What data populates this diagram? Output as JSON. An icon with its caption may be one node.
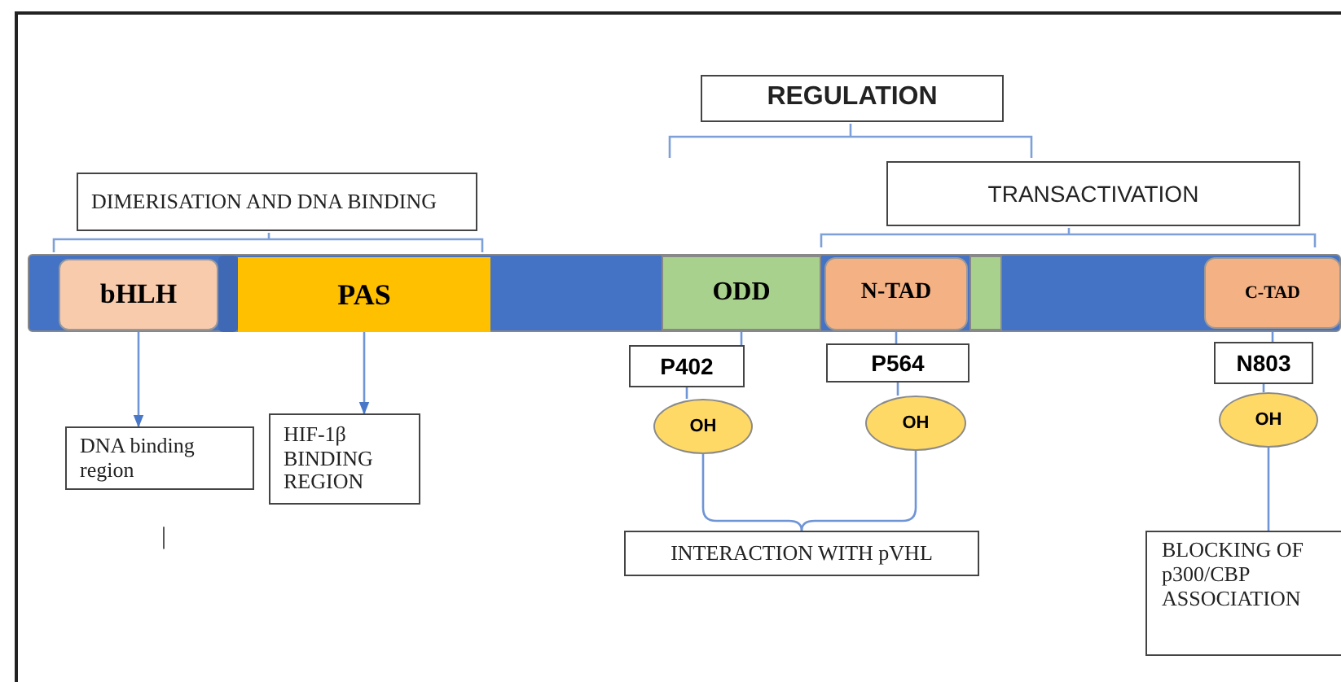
{
  "diagram": {
    "nodes": [
      {
        "text": [
          "DIMERISATION AND DNA BINDING"
        ]
      },
      {
        "text": [
          "REGULATION"
        ]
      },
      {
        "text": [
          "TRANSACTIVATION"
        ]
      },
      {
        "text": [],
        "shape": "bar"
      },
      {
        "text": [
          "bHLH"
        ],
        "in": 3
      },
      {
        "text": [
          "PAS"
        ],
        "in": 3
      },
      {
        "text": [
          "ODD"
        ],
        "in": 3
      },
      {
        "text": [
          "N-TAD"
        ],
        "in": 3
      },
      {
        "text": [
          "C-TAD"
        ],
        "in": 3
      },
      {
        "text": [
          "P402"
        ]
      },
      {
        "text": [
          "P564"
        ]
      },
      {
        "text": [
          "N803"
        ]
      },
      {
        "text": [
          "OH"
        ]
      },
      {
        "text": [
          "OH"
        ]
      },
      {
        "text": [
          "OH"
        ]
      },
      {
        "text": [
          "DNA binding region"
        ]
      },
      {
        "text": [
          "HIF-1β BINDING REGION"
        ]
      },
      {
        "text": [
          "INTERACTION WITH pVHL"
        ]
      },
      {
        "text": [
          "BLOCKING OF p300/CBP ASSOCIATION"
        ]
      }
    ],
    "edges": [
      {
        "from": 4,
        "to": 15,
        "arrow": "to"
      },
      {
        "from": 5,
        "to": 16,
        "arrow": "to"
      },
      {
        "from": 6,
        "to": 9,
        "arrow": "none"
      },
      {
        "from": 9,
        "to": 12,
        "arrow": "none"
      },
      {
        "from": 7,
        "to": 10,
        "arrow": "none"
      },
      {
        "from": 10,
        "to": 13,
        "arrow": "none"
      },
      {
        "from": 8,
        "to": 11,
        "arrow": "none"
      },
      {
        "from": 11,
        "to": 14,
        "arrow": "none"
      },
      {
        "from": 12,
        "to": 17,
        "arrow": "none"
      },
      {
        "from": 13,
        "to": 17,
        "arrow": "none"
      },
      {
        "from": 14,
        "to": 18,
        "arrow": "none"
      }
    ],
    "labels": [
      "|"
    ]
  }
}
